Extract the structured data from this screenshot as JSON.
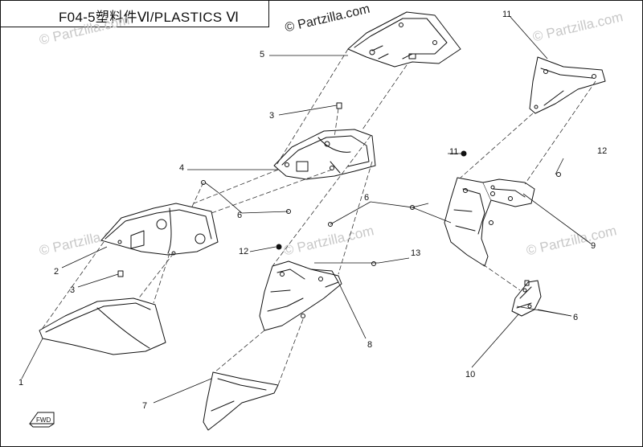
{
  "title": "F04-5塑料件Ⅵ/PLASTICS Ⅵ",
  "watermark": {
    "text": "© Partzilla.com",
    "color": "#c8c8c8",
    "header_color": "#222222"
  },
  "callouts": [
    {
      "id": "1",
      "label": "1"
    },
    {
      "id": "2",
      "label": "2"
    },
    {
      "id": "3a",
      "label": "3"
    },
    {
      "id": "3b",
      "label": "3"
    },
    {
      "id": "4",
      "label": "4"
    },
    {
      "id": "5",
      "label": "5"
    },
    {
      "id": "6a",
      "label": "6"
    },
    {
      "id": "6b",
      "label": "6"
    },
    {
      "id": "6c",
      "label": "6"
    },
    {
      "id": "7",
      "label": "7"
    },
    {
      "id": "8",
      "label": "8"
    },
    {
      "id": "9",
      "label": "9"
    },
    {
      "id": "10",
      "label": "10"
    },
    {
      "id": "11a",
      "label": "11"
    },
    {
      "id": "11b",
      "label": "11"
    },
    {
      "id": "12a",
      "label": "12"
    },
    {
      "id": "12b",
      "label": "12"
    },
    {
      "id": "13",
      "label": "13"
    }
  ],
  "fwd_icon": "forward-arrow-icon"
}
